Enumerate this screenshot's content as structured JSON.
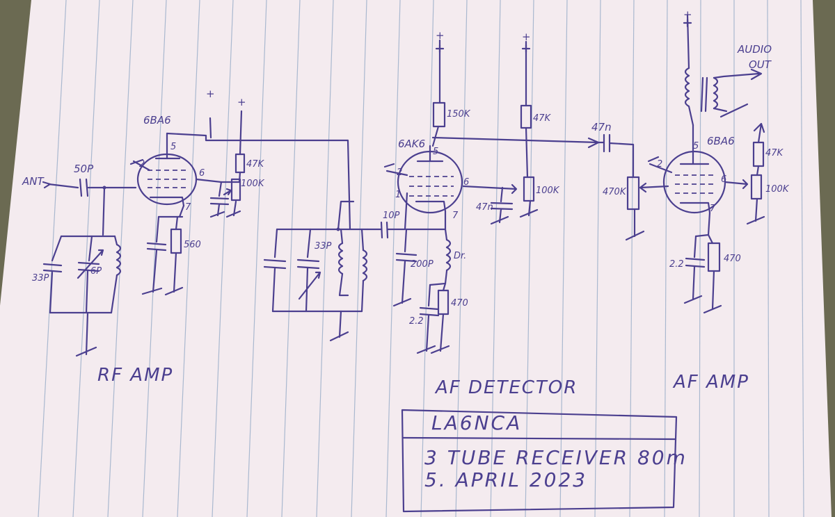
{
  "sections": {
    "rf": "RF AMP",
    "det": "AF DETECTOR",
    "af": "AF AMP"
  },
  "title_block": {
    "callsign": "LA6NCA",
    "line1": "3 TUBE RECEIVER  80m",
    "line2": "5. APRIL  2023"
  },
  "labels": {
    "ant": "ANT",
    "audio1": "AUDIO",
    "audio2": "OUT",
    "tube1": "6BA6",
    "tube2": "6AK6",
    "tube3": "6BA6",
    "c_in": "50P",
    "c33": "33P",
    "c6p": "6P",
    "c_rf_cath": "—",
    "r_rf_k": "560",
    "r_rf_g2": "47K",
    "pot_rf": "100K",
    "c_tank": "33P",
    "c_coup": "10P",
    "c_200": "200P",
    "dr": "Dr.",
    "r_det_k": "470",
    "c_det_k": "2.2",
    "r150": "150K",
    "r47a": "47K",
    "pot_det": "100K",
    "c47n": "47n",
    "c47n_b": "47n",
    "pot_vol": "470K",
    "r47b": "47K",
    "pot_af": "100K",
    "r_af_k": "470",
    "c_af_k": "2.2",
    "pin5": "5",
    "pin6": "6",
    "pin7": "7",
    "pin2": "2",
    "pin1": "1",
    "plus": "+"
  }
}
